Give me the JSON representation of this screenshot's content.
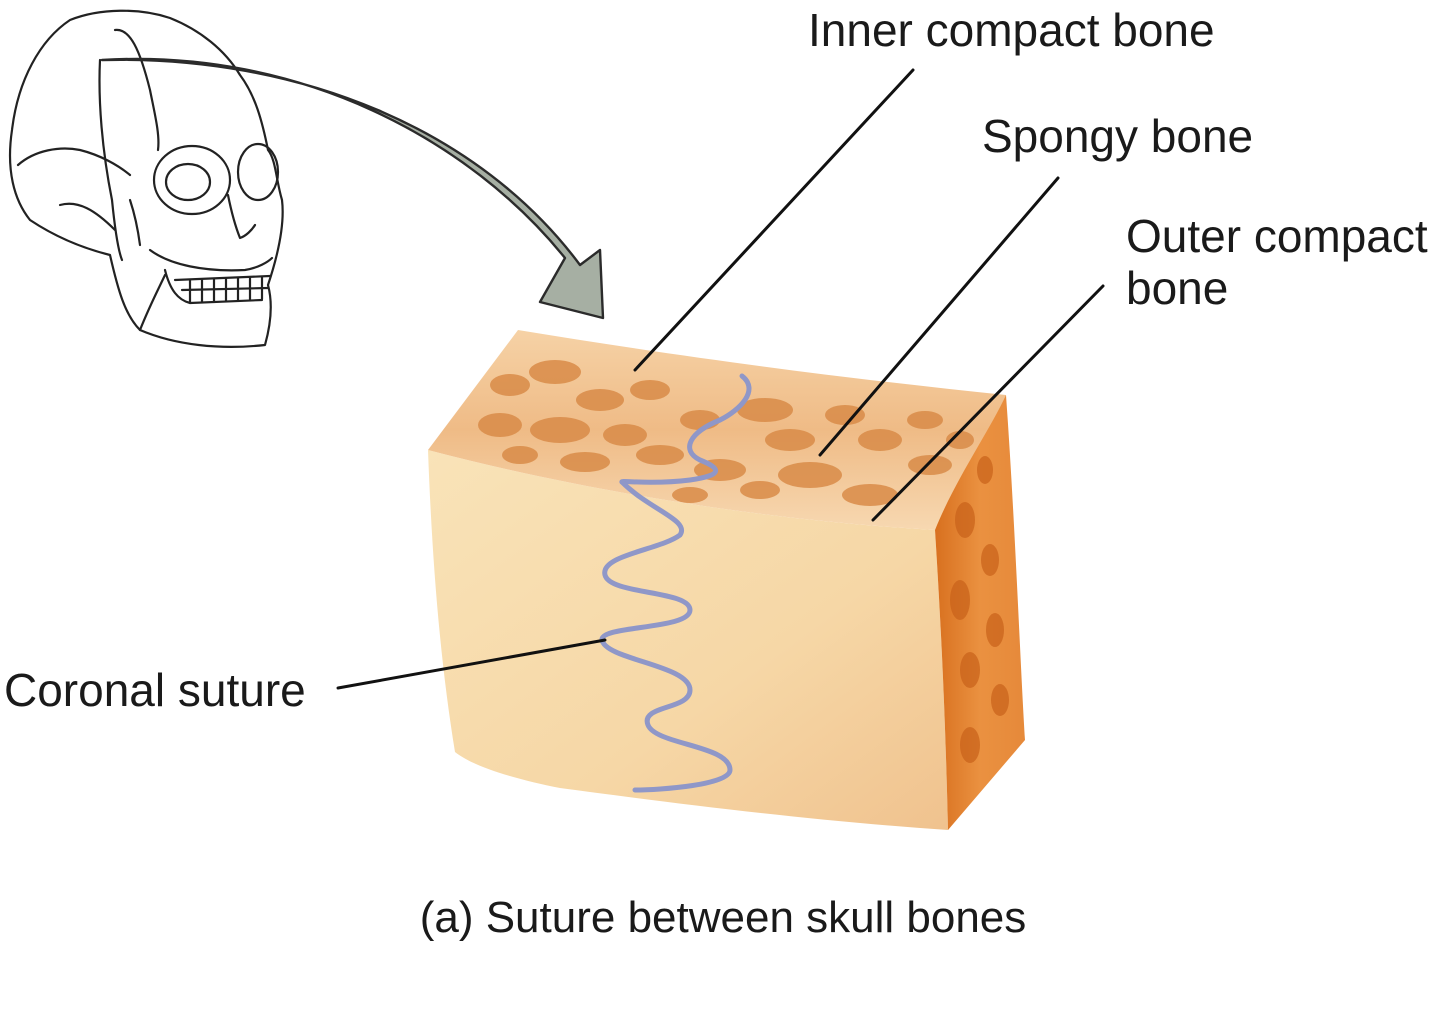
{
  "labels": {
    "inner_compact_bone": "Inner compact bone",
    "spongy_bone": "Spongy bone",
    "outer_compact_bone_line1": "Outer compact",
    "outer_compact_bone_line2": "bone",
    "coronal_suture": "Coronal suture"
  },
  "caption": "(a) Suture between skull bones",
  "colors": {
    "bone_face": "#f5d9a6",
    "bone_top": "#eeb884",
    "pore": "#d98b48",
    "side_face": "#e3822f",
    "suture": "#8f97c8",
    "arrow_fill": "#a6afa3",
    "leader_line": "#111111",
    "skull_line": "#222222"
  },
  "icons": {
    "skull": "skull-illustration",
    "arrow": "curved-arrow"
  }
}
